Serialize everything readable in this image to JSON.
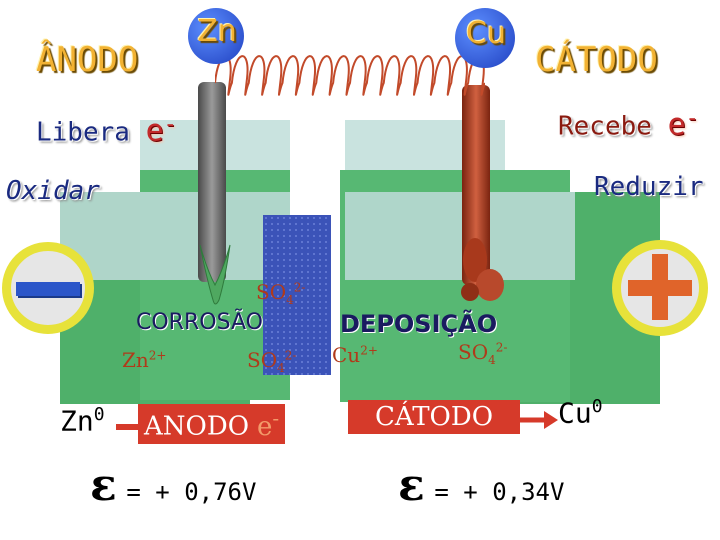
{
  "left": {
    "title": "ÂNODO",
    "metal": "Zn",
    "action": "Libera",
    "electron": "e",
    "electron_sup": "-",
    "verb": "Oxidar",
    "process": "CORROSÃO",
    "ion_so4": "SO",
    "ion_so4_sub": "4",
    "ion_so4_sup": "2-",
    "ion_zn": "Zn",
    "ion_zn_sup": "2+",
    "zn0": "Zn",
    "zn0_sup": "0",
    "box_label": "ANODO",
    "box_e": "e",
    "box_e_sup": "-",
    "epsilon": "ε",
    "potential": "= + 0,76V"
  },
  "right": {
    "title": "CÁTODO",
    "metal": "Cu",
    "action": "Recebe",
    "electron": "e",
    "electron_sup": "-",
    "verb": "Reduzir",
    "process": "DEPOSIÇÃO",
    "ion_cu": "Cu",
    "ion_cu_sup": "2+",
    "ion_so4": "SO",
    "ion_so4_sub": "4",
    "ion_so4_sup": "2-",
    "cu0": "Cu",
    "cu0_sup": "0",
    "box_label": "CÁTODO",
    "epsilon": "ε",
    "potential": "= + 0,34V"
  },
  "colors": {
    "cell_green": "#4fb06a",
    "solution": "#b9d9d4",
    "bridge": "#3b53b8",
    "electrode_zn": "#6b6b6b",
    "electrode_cu": "#a8391c",
    "wire": "#c24a2a",
    "minus_sign": "#2b56c9",
    "plus_sign": "#e0642a",
    "sign_ring": "#e7e23a"
  }
}
